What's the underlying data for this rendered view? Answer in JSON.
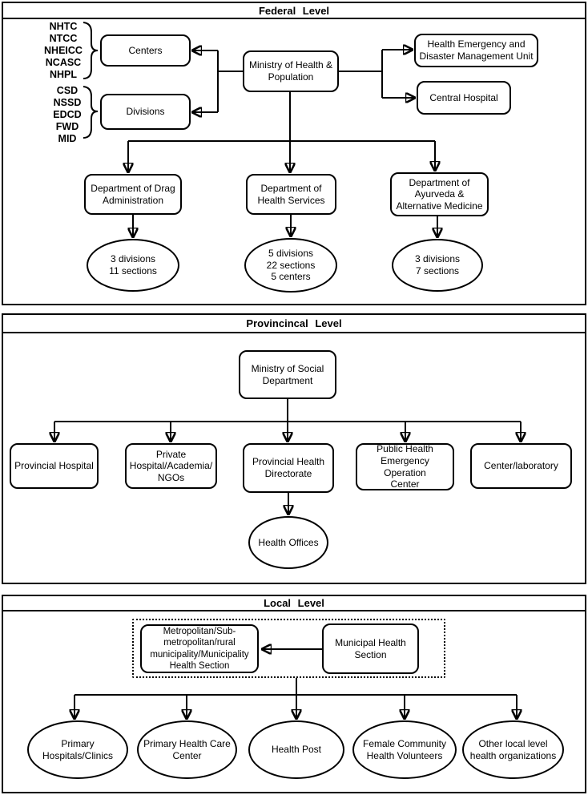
{
  "colors": {
    "line": "#000000",
    "background": "#ffffff"
  },
  "federal": {
    "title": "Federal Level",
    "centers_acronyms": [
      "NHTC",
      "NTCC",
      "NHEICC",
      "NCASC",
      "NHPL"
    ],
    "divisions_acronyms": [
      "CSD",
      "NSSD",
      "EDCD",
      "FWD",
      "MID"
    ],
    "centers_label": "Centers",
    "divisions_label": "Divisions",
    "ministry": [
      "Ministry of Health &",
      "Population"
    ],
    "emergency_unit": [
      "Health Emergency and",
      "Disaster Management Unit"
    ],
    "central_hospital": "Central Hospital",
    "dept_drug": [
      "Department of Drag",
      "Administration"
    ],
    "dept_drug_stats": [
      "3 divisions",
      "11 sections"
    ],
    "dept_health": [
      "Department of",
      "Health Services"
    ],
    "dept_health_stats": [
      "5 divisions",
      "22 sections",
      "5 centers"
    ],
    "dept_ayurveda": [
      "Department of",
      "Ayurveda &",
      "Alternative Medicine"
    ],
    "dept_ayurveda_stats": [
      "3 divisions",
      "7 sections"
    ]
  },
  "provincial": {
    "title": "Provincincal Level",
    "ministry": [
      "Ministry of Social",
      "Department"
    ],
    "provincial_hospital": "Provincial Hospital",
    "private_hospital": [
      "Private",
      "Hospital/Academia/",
      "NGOs"
    ],
    "directorate": [
      "Provincial Health",
      "Directorate"
    ],
    "emergency_center": [
      "Public Health",
      "Emergency Operation",
      "Center"
    ],
    "center_laboratory": "Center/laboratory",
    "health_offices": "Health Offices"
  },
  "local": {
    "title": "Local Level",
    "metro_section": [
      "Metropolitan/Sub-",
      "metropolitan/rural",
      "municipality/Municipality",
      "Health Section"
    ],
    "municipal_section": [
      "Municipal Health",
      "Section"
    ],
    "primary_hospitals": [
      "Primary",
      "Hospitals/Clinics"
    ],
    "primary_health_care": [
      "Primary Health Care",
      "Center"
    ],
    "health_post": "Health Post",
    "female_volunteers": [
      "Female Community",
      "Health Volunteers"
    ],
    "other_orgs": [
      "Other local level",
      "health organizations"
    ]
  }
}
